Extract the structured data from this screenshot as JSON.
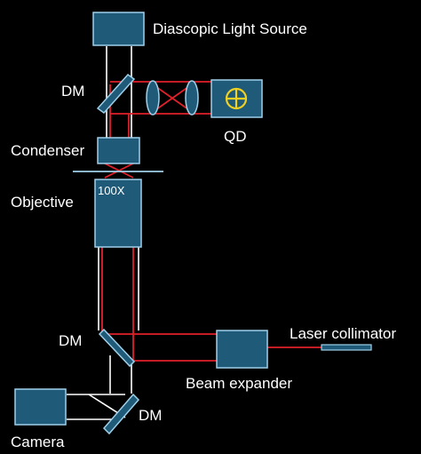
{
  "labels": {
    "light_source": "Diascopic Light Source",
    "dm_top": "DM",
    "qd": "QD",
    "condenser": "Condenser",
    "objective": "Objective",
    "magnification": "100X",
    "dm_mid": "DM",
    "laser_collimator": "Laser collimator",
    "beam_expander": "Beam expander",
    "dm_bottom": "DM",
    "camera": "Camera"
  },
  "colors": {
    "background": "#000000",
    "component_fill": "#1f5a78",
    "component_stroke": "#9fd0ea",
    "white_beam": "#ffffff",
    "laser_beam": "#e0202a",
    "qd_symbol": "#f0d020"
  },
  "icons": {
    "qd_symbol": "circle-plus-icon"
  }
}
